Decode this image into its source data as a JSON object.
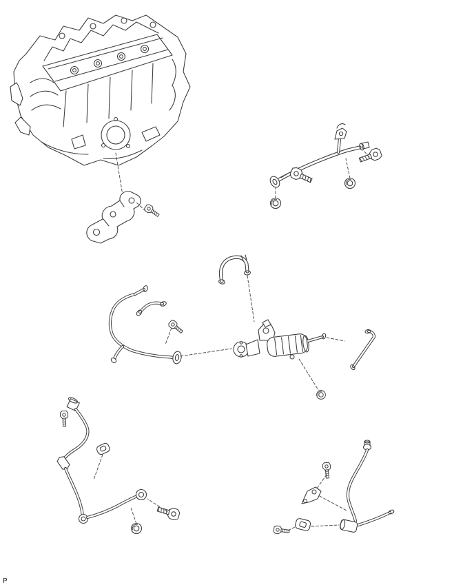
{
  "footer": {
    "label": "P"
  },
  "diagram": {
    "stroke_color": "#3f3f3f",
    "background": "#ffffff",
    "parts": [
      "engine-assembly",
      "mounting-bracket",
      "bracket-bolt",
      "water-bypass-pipe",
      "pipe-end-clamp",
      "pipe-bolt-right",
      "pipe-bolt-mid",
      "union-nut-left",
      "union-nut-right",
      "formed-hose",
      "inlet-pipes",
      "inlet-pipe-bolt",
      "egr-cooler-assembly",
      "cooler-nut",
      "connector-pipe",
      "fuel-pipe-front",
      "fuel-pipe-union",
      "front-pipe-screw",
      "front-pipe-clamp",
      "grommet",
      "banjo-bolt",
      "fuel-pipe-rear",
      "rear-pipe-bracket",
      "rear-bracket-bolt",
      "rear-clamp-bolt",
      "rear-pipe-clamp"
    ]
  }
}
